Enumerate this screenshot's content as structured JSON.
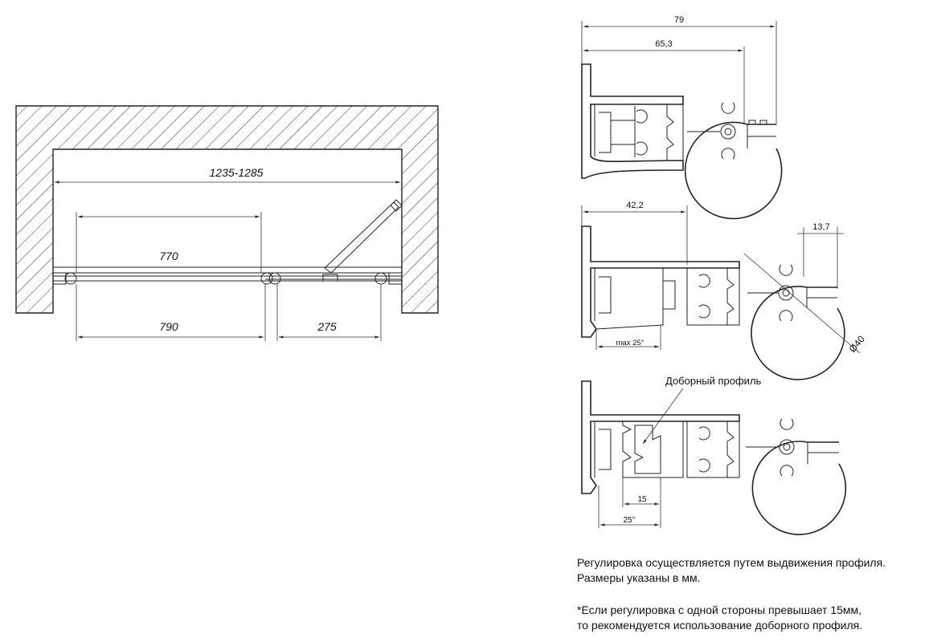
{
  "plan": {
    "overall": "1235-1285",
    "fixed_width": "770",
    "door_width": "790",
    "right_gap": "275"
  },
  "profiles": {
    "total_width": "79",
    "wall_to_axis": "65,3",
    "adjust_width": "42,2",
    "side_offset": "13,7",
    "diameter": "Ø40",
    "max_angle": "max 25°",
    "extra_profile_label": "Доборный профиль",
    "extra_width": "15",
    "angle": "25°"
  },
  "notes": {
    "line1": "Регулировка осуществляется путем выдвижения профиля.",
    "line2": "Размеры указаны в мм.",
    "line3": "*Если регулировка с одной стороны превышает 15мм,",
    "line4": "то рекомендуется использование доборного профиля."
  }
}
